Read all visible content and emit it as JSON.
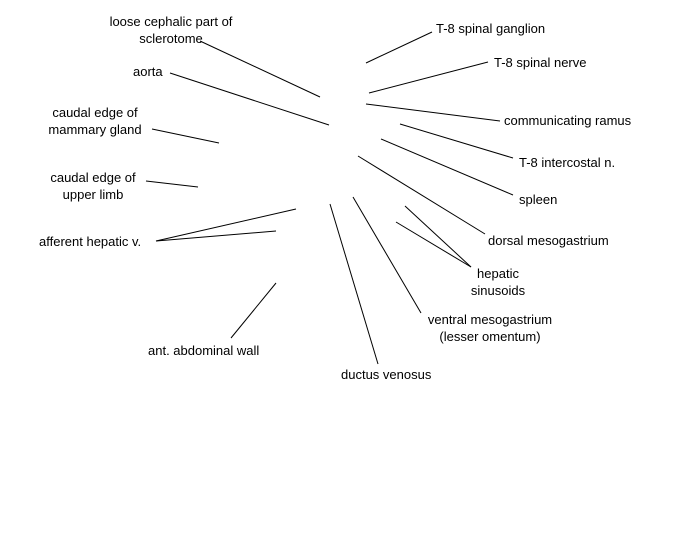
{
  "labels": {
    "loose_cephalic": {
      "line1": "loose cephalic part of",
      "line2": "sclerotome"
    },
    "aorta": "aorta",
    "caudal_mammary": {
      "line1": "caudal edge of",
      "line2": "mammary gland"
    },
    "caudal_limb": {
      "line1": "caudal edge of",
      "line2": "upper limb"
    },
    "afferent_hepatic": "afferent hepatic v.",
    "ant_abdominal_wall": "ant. abdominal wall",
    "ductus_venosus": "ductus venosus",
    "ventral_mesogastrium": {
      "line1": "ventral mesogastrium",
      "line2": "(lesser omentum)"
    },
    "hepatic_sinusoids": {
      "line1": "hepatic",
      "line2": "sinusoids"
    },
    "dorsal_mesogastrium": "dorsal mesogastrium",
    "spleen": "spleen",
    "t8_intercostal": "T-8 intercostal n.",
    "communicating_ramus": "communicating ramus",
    "t8_spinal_nerve": "T-8 spinal nerve",
    "t8_spinal_ganglion": "T-8 spinal ganglion"
  },
  "colors": {
    "line": "#000000",
    "text": "#000000",
    "background": "#ffffff"
  }
}
